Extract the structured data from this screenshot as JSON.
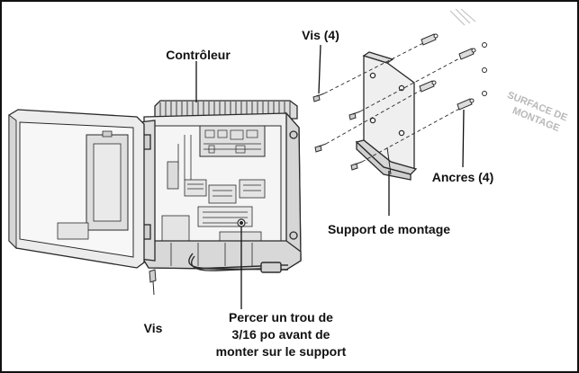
{
  "labels": {
    "controller": "Contrôleur",
    "screws_top": "Vis (4)",
    "screw_bottom": "Vis",
    "anchors": "Ancres (4)",
    "bracket": "Support de montage",
    "drill_line1": "Percer un trou de",
    "drill_line2": "3/16 po avant de",
    "drill_line3": "monter sur le support"
  },
  "surface": {
    "line1": "SURFACE DE",
    "line2": "MONTAGE"
  },
  "colors": {
    "ink": "#111111",
    "line": "#2a2a2a",
    "fill_light": "#e9e9e9",
    "fill_mid": "#d4d4d4",
    "watermark": "#b8b8b8"
  }
}
